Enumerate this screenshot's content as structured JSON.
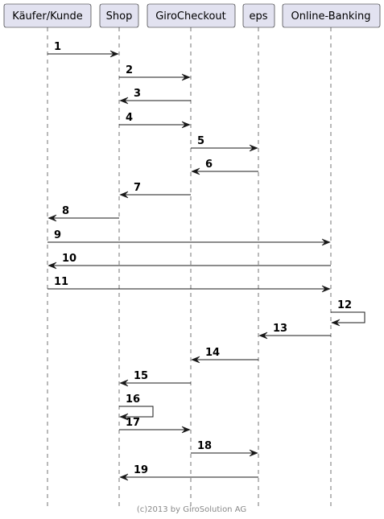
{
  "participants": [
    {
      "id": "kunde",
      "label": "Käufer/Kunde"
    },
    {
      "id": "shop",
      "label": "Shop"
    },
    {
      "id": "giro",
      "label": "GiroCheckout"
    },
    {
      "id": "eps",
      "label": "eps"
    },
    {
      "id": "bank",
      "label": "Online-Banking"
    }
  ],
  "messages": [
    {
      "num": "1",
      "from": "kunde",
      "to": "shop"
    },
    {
      "num": "2",
      "from": "shop",
      "to": "giro"
    },
    {
      "num": "3",
      "from": "giro",
      "to": "shop"
    },
    {
      "num": "4",
      "from": "shop",
      "to": "giro"
    },
    {
      "num": "5",
      "from": "giro",
      "to": "eps"
    },
    {
      "num": "6",
      "from": "eps",
      "to": "giro"
    },
    {
      "num": "7",
      "from": "giro",
      "to": "shop"
    },
    {
      "num": "8",
      "from": "shop",
      "to": "kunde"
    },
    {
      "num": "9",
      "from": "kunde",
      "to": "bank"
    },
    {
      "num": "10",
      "from": "bank",
      "to": "kunde"
    },
    {
      "num": "11",
      "from": "kunde",
      "to": "bank"
    },
    {
      "num": "12",
      "from": "bank",
      "to": "bank"
    },
    {
      "num": "13",
      "from": "bank",
      "to": "eps"
    },
    {
      "num": "14",
      "from": "eps",
      "to": "giro"
    },
    {
      "num": "15",
      "from": "giro",
      "to": "shop"
    },
    {
      "num": "16",
      "from": "shop",
      "to": "shop"
    },
    {
      "num": "17",
      "from": "shop",
      "to": "giro"
    },
    {
      "num": "18",
      "from": "giro",
      "to": "eps"
    },
    {
      "num": "19",
      "from": "eps",
      "to": "shop"
    }
  ],
  "footer": "(c)2013 by GiroSolution AG"
}
